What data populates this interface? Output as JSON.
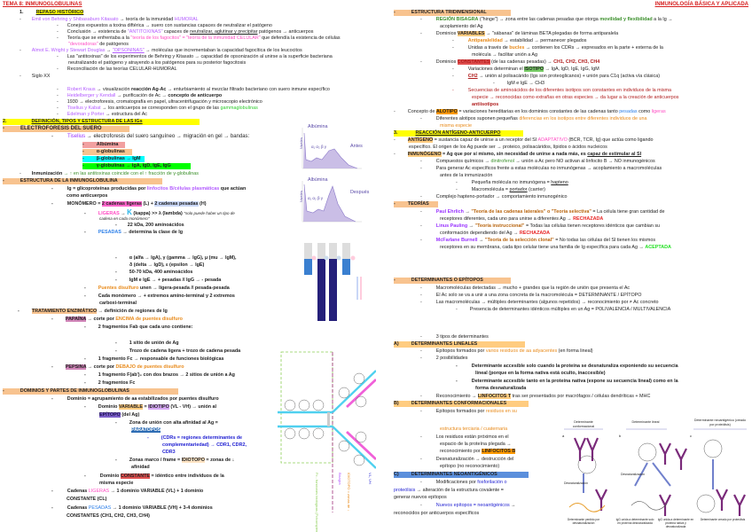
{
  "header": {
    "left_title": "TEMA 8: INMUNOGLOBULINAS",
    "right_title": "INMUNOLOGÍA BÁSICA Y APLICADA"
  },
  "left": {
    "s1": {
      "num": "1.",
      "title": "REPASO HISTÓRICO",
      "behring": "Emil von Behring y Shibasaburo Kitasato",
      "behring_rest": " → teoría de la inmunidad ",
      "humoral": "HUMORAL",
      "b1": "Conejos expuestos a toxina diftérica → suero con sustancias capaces de neutralizar el patógeno",
      "b2a": "Conclusión → existencia de ",
      "b2b": "\"ANTITOXINAS\"",
      "b2c": " capaces de ",
      "b2d": "neutralizar, aglutinar y precipitar",
      "b2e": " patógenos → anticuerpos",
      "b3a": "Teoría que se enfrentaba a la ",
      "b3b": "\"teoría de los fagocitos\" = \"teoría de la inmunidad CELULAR\"",
      "b3c": " que defendía la existencia de células",
      "b3d": "\"devoradoras\"",
      "b3e": " de patógenos",
      "wright": "Almot E. Wright y Stewart Douglas",
      "wright_a": " → ",
      "opsoninas": "\"OPSONINAS\"",
      "wright_b": " → moléculas que incrementaban la capacidad fagocítica de los leucocitos",
      "w1": "Las \"antitoxinas\" de los experimentos de Behring y Kitasato → capacidad de opsonización al unirse a la superficie bacteriana",
      "w1b": "neutralizando el patógeno y atrayendo a los patógenos para su posterior fagocitosis",
      "w2": "Reconciliación de las teorías CELULAR-HUMORAL",
      "siglo": "Siglo XX",
      "x1a": "Robert Kraus",
      "x1b": " → visualización ",
      "x1c": "reacción Ag-Ac",
      "x1d": " → enturbiamiento al mezclar filtrado bacteriano con suero inmune específico",
      "x2a": "Heidelberger y Kendall",
      "x2b": " → purificación de Ac → ",
      "x2c": "concepto de anticuerpo",
      "x3": "1930 → electroforesis, cromatografía en papel, ultracentrifugación y microscopio electrónico",
      "x4a": "Tiselius y Kabat",
      "x4b": " → los anticuerpos se corresponden con el grupo de las ",
      "x4c": "gammaglobulinas",
      "x5a": "Edelman y Porter",
      "x5b": " → estructura del Ac"
    },
    "s2": {
      "num": "2.",
      "title": "DEFINICIÓN, TIPOS Y ESTRUCTURA DE LAS IGs",
      "electro": "ELECTROFORESIS DEL SUERO",
      "tis_a": "Tiselius",
      "tis_b": " → electroforesis del suero sanguíneo → migración en gel → bandas:",
      "bands": [
        "Albúmina",
        "α-globulinas",
        "β-globulinas → IgM",
        "γ-globulinas → IgA, IgD, IgE, IgG"
      ],
      "inm_a": "Inmunización",
      "inm_b": " → ↑ en las antitoxinas coincide con el ↑ fracción de γ-globulinas",
      "estructura": "ESTRUCTURA DE LA INMUNOGLOBULINA",
      "ig_a": "Ig = glicoproteínas producidas por ",
      "ig_b": "linfocitos B/células plasmáticas",
      "ig_c": " que actúan",
      "ig_d": "como anticuerpos",
      "mono_a": "MONÓMERO = ",
      "mono_b": "2 cadenas ligeras",
      "mono_c": " (L) + ",
      "mono_d": "2 cadenas pesadas",
      "mono_e": " (H)",
      "lig_a": "LIGERAS",
      "lig_b": " → ",
      "lig_k": "K",
      "lig_c": " (kappa) >> λ (lambda) ",
      "lig_d": "\"solo puede haber un tipo de",
      "lig_e": "cadena en cada monómero\"",
      "lig_f": "22 kDa, 200 aminoácidos",
      "pes_a": "PESADAS",
      "pes_b": " → determina la clase de Ig",
      "pes_c": "α (alfa → IgA), γ (gamma → IgG), μ (mu → IgM),",
      "pes_d": "δ (delta → IgD), ε (epsilon → IgE)",
      "pes_e": "50-70 kDa, 400 aminoácidos",
      "pes_f": "IgM e IgE → + pesadas // IgG → - pesada",
      "puen_a": "Puentes disulfuro",
      "puen_b": " unen → ligera-pesada // pesada-pesada",
      "cada_a": "Cada monómero → + extremos amino-terminal y 2 extremos",
      "cada_b": "carboxi-terminal",
      "trat_a": "TRATAMIENTO ENZIMÁTICO",
      "trat_b": " → definición de regiones de Ig",
      "pap_a": "PAPAÍNA",
      "pap_b": " → corte por ",
      "pap_c": "ENCIMA de puentes disulfuro",
      "fab": "2 fragmentos Fab que cada uno contiene:",
      "fab1": "1 sitio de unión de Ag",
      "fab2": "Trozo de cadena ligera + trozo de cadena pesada",
      "fc": "1 fragmento Fc → responsable de funciones biológicas",
      "pep_a": "PEPSINA",
      "pep_b": " → corte por ",
      "pep_c": "DEBAJO de puentes disulfuro",
      "pep1": "1 fragmento F(ab')₂ con dos brazos → 2 sitios de unión a Ag",
      "pep2": "2 fragmentos Fc",
      "dom_title": "DOMINIOS Y PARTES DE INMUNOGLOBULINAS",
      "dom_a": "Dominio = agrupamiento de aa estabilizados por puentes disulfuro",
      "var_a": "Dominio ",
      "var_b": "VARIABLE",
      "var_c": " = ",
      "var_d": "IDIOTIPO",
      "var_e": " (VL - VH) → unión al",
      "epi_a": "EPÍTOPO",
      "epi_b": " (del Ag)",
      "zon_a": "Zona de unión con alta afinidad al Ag =",
      "paratopos": "PARATOPOS",
      "cdr_a": "(CDRs = regiones determinantes de",
      "cdr_b": "complementariedad) → CDR1, CDR2,",
      "cdr_c": "CDR3",
      "mar_a": "Zonas marco / frame = ",
      "mar_b": "IDIOTOPO",
      "mar_c": " = zonas de ↓",
      "mar_d": "afinidad",
      "con_a": "Dominio ",
      "con_b": "CONSTANTE",
      "con_c": " = idéntico entre individuos de la",
      "con_d": "misma especie",
      "cl_a": "Cadenas ",
      "cl_b": "LIGERAS",
      "cl_c": " → 1 dominio VARIABLE (VL) + 1 dominio",
      "cl_d": "CONSTANTE (CL)",
      "ch_a": "Cadenas ",
      "ch_b": "PESADAS",
      "ch_c": " → 1 dominio VARIABLE (VH) + 3-4 dominios",
      "ch_d": "CONSTANTES (CH1, CH2, CH3, CH4)"
    },
    "figures": {
      "graph1": {
        "top": "Albúmina",
        "side": "Niveles",
        "right": "Antes",
        "greek": "α₁ α₂ β   γ"
      },
      "graph2": {
        "top": "Albúmina",
        "side": "Niveles",
        "right": "Después",
        "greek": "α₁ α₂ β   γ"
      },
      "ab_labels": {
        "fc_note": "Fc - funciones biológicas (Fc/complemento)",
        "bisagra": "Bisagra",
        "c": "C",
        "v": "V",
        "vl_vh": "VL, VH",
        "cl_ch": "CL, CH1",
        "idiotope": "IDIOTOPO = zonas de ↓"
      }
    }
  },
  "right": {
    "tri": {
      "title": "ESTRUCTURA TRIDIMENSIONAL",
      "bis_a": "REGIÓN BISAGRA",
      "bis_b": " (\"hinge\") → zona entre las cadenas pesadas que otorga ",
      "bis_c": "movilidad y flexibilidad",
      "bis_d": " a la Ig →",
      "bis_e": "acoplamiento del Ag",
      "var_a": "Dominios ",
      "var_b": "VARIABLES",
      "var_c": " → \"sábanas\" de láminas BETA plegadas de forma antiparalela",
      "anti_a": "Antiparalelidad",
      "anti_b": " → estabilidad → permanecer plegados",
      "bu_a": "Unidas a través de ",
      "bu_b": "bucles",
      "bu_c": " → contienen los CDRs → expresados en la parte + externa de la",
      "bu_d": "molécula → facilitar unión a Ag",
      "cons_a": "Dominios ",
      "cons_b": "CONSTANTES",
      "cons_c": " (de las cadenas pesadas) → ",
      "cons_d": "CH1, CH2, CH3, CH4",
      "iso_a": "Variaciones determinan el ",
      "iso_b": "ISOTIPO",
      "iso_c": " → IgA, IgD, IgE, IgG, IgM",
      "ch2_a": "CH2",
      "ch2_b": " → unión al polisacárido (Igs son proteoglicanos) + unión para C1q (activa vía clásica)",
      "ch3": "IgM e IgE → CH3",
      "sec_a": "Secuencias de aminoácidos de los diferentes isotipos son constantes en individuos de la misma",
      "sec_b": "especie → reconocidas como extrañas en otras especies → da lugar a la creación de anticuerpos",
      "sec_c": "antiisotipos",
      "alo_a": "Concepto de ",
      "alo_b": "ALOTIPO",
      "alo_c": " = variaciones hereditarias en los dominios constantes de las cadenas tanto ",
      "alo_d": "pesadas",
      "alo_e": " como ",
      "alo_f": "ligeras",
      "dif_a": "Diferentes alotipos suponen pequeñas ",
      "dif_b": "diferencias en los isotipos entre diferentes individuos de una",
      "dif_c": "misma especie"
    },
    "s3": {
      "num": "3.",
      "title": "REACCIÓN ANTÍGENO-ANTICUERPO",
      "ag_a": "ANTÍGENO",
      "ag_b": " = sustancia capaz de unirse a un receptor del SI ",
      "ag_c": "ADAPTATIVO",
      "ag_d": " (BCR, TCR, Ig) que actúa como ligando",
      "ag_e": "específico. El origen de los Ag puede ser → proteico, polisacáridos, lípidos o ácidos nucleicos",
      "inm_a": "INMUNÓGENO",
      "inm_b": " = Ag que por sí mismo, sin necesidad de unirse a nada más, es ",
      "inm_c": "capaz de estimular al SI",
      "q_a": "Compuestos químicos → ",
      "q_b": "dinitrofenol",
      "q_c": " → unión a Ac pero NO activan al linfocito B → NO inmunogénicos",
      "p_a": "Para generar Ac específicos frente a estas moléculas no inmunógenas → acoplamiento a macromoléculas",
      "p_b": "antes de la inmunización",
      "hap_a": "Pequeña molécula no inmunógena = ",
      "hap_b": "hapteno",
      "mac_a": "Macromolécula = ",
      "mac_b": "portador",
      "mac_c": " (carrier)",
      "comp": "Complejo hapteno-portador → comportamiento inmunogénico",
      "teorias": "TEORÍAS",
      "t1_a": "Paul Ehrlich",
      "t1_b": " → ",
      "t1_c": "\"Teoría de las cadenas laterales\" o \"Teoría selectiva\"",
      "t1_d": " = La célula tiene gran cantidad de",
      "t1_e": "receptores diferentes, cada uno para unirse a diferentes Ag → ",
      "t1_f": "RECHAZADA",
      "t2_a": "Linus Pauling",
      "t2_b": " → ",
      "t2_c": "\"Teoría instruccional\"",
      "t2_d": " = Todas las células tienen receptores idénticos que cambian su",
      "t2_e": "conformación dependiendo del Ag → ",
      "t2_f": "RECHAZADA",
      "t3_a": "McFarlane Burnell",
      "t3_b": " → ",
      "t3_c": "\"Teoría de la selección clonal\"",
      "t3_d": " = No todas las células del SI tienen los mismos",
      "t3_e": "receptores en su membrana, cada tipo celular tiene una familia de Ig específica para cada Ag → ",
      "t3_f": "ACEPTADA",
      "det": "DETERMINANTES O EPÍTOPOS",
      "d1": "Macromoléculas detectadas → mucho + grandes que la región de unión que presenta el Ac",
      "d2": "El Ac solo se va a unir a una zona concreta de la macromolécula = DETERMINANTE / EPÍTOPO",
      "d3": "Las macromoléculas → múltiples determinantes (algunos repetidos) → reconocimiento por ≠ Ac concreto",
      "d4": "Presencia de determinantes idénticos múltiples en un Ag = POLIVALENCIA / MULTIVALENCIA",
      "d5": "3 tipos de determinantes",
      "a_lab": "A)",
      "a_title": "DETERMINANTES LINEALES",
      "a1_a": "Epítopos formados por ",
      "a1_b": "varios residuos de aa adyacentes",
      "a1_c": " (en forma lineal)",
      "a2": "2 posibilidades",
      "a3": "Determinante accesible solo cuando la proteína se desnaturaliza exponiendo su secuencia",
      "a3b": "lineal (porque en la forma nativa está oculto, inaccesible)",
      "a4": "Determinante accesible tanto en la proteína nativa (expone su secuencia lineal) como en la",
      "a4b": "forma desnaturalizada",
      "rec_a": "Reconocimiento → ",
      "rec_b": "LINFOCITOS T",
      "rec_c": " tras ser presentados por macrófagos / células dendríticas + MHC",
      "b_lab": "B)",
      "b_title": "DETERMINANTES CONFORMACIONALES",
      "b1_a": "Epítopos formados por ",
      "b1_b": "residuos en su",
      "b1_c": "estructura terciaria / cuaternaria",
      "b2_a": "Los residuos están próximos en el",
      "b2_b": "espacio de la proteína plegada →",
      "b2_c": "reconocimiento por ",
      "b2_d": "LINFOCITOS B",
      "b3_a": "Desnaturalización → destrucción del",
      "b3_b": "epítopo (no reconocimiento)",
      "c_lab": "C)",
      "c_title": "DETERMINANTES NEOANTIGÉNICOS",
      "c1_a": "Modificaciones por ",
      "c1_b": "fosforilación o",
      "c1_c": "proteólisis",
      "c1_d": " → alteración de la estructura covalente =",
      "c1_e": "generar nuevos epítopos",
      "c2_a": "Nuevos epítopos = neoantigénicos",
      "c2_b": " →",
      "c2_c": "reconocidos por anticuerpos específicos"
    },
    "figure": {
      "p1": "Determinante conformacional",
      "p2": "Determinante lineal",
      "p3": "Determinante neoantigénico (creado por proteólisis)",
      "lab_a": "a",
      "lab_b": "b",
      "lab_c": "c",
      "desnat": "Desnaturalización",
      "desnat2": "Desnaturalización",
      "cap1": "Determinante perdido por desnaturalización",
      "cap2": "IgG unida a determinante solo en proteína desnaturalizada",
      "cap3": "IgG unida a determinante en proteína nativa y desnaturalizada",
      "cap4": "Determinante creado por proteólisis"
    }
  }
}
